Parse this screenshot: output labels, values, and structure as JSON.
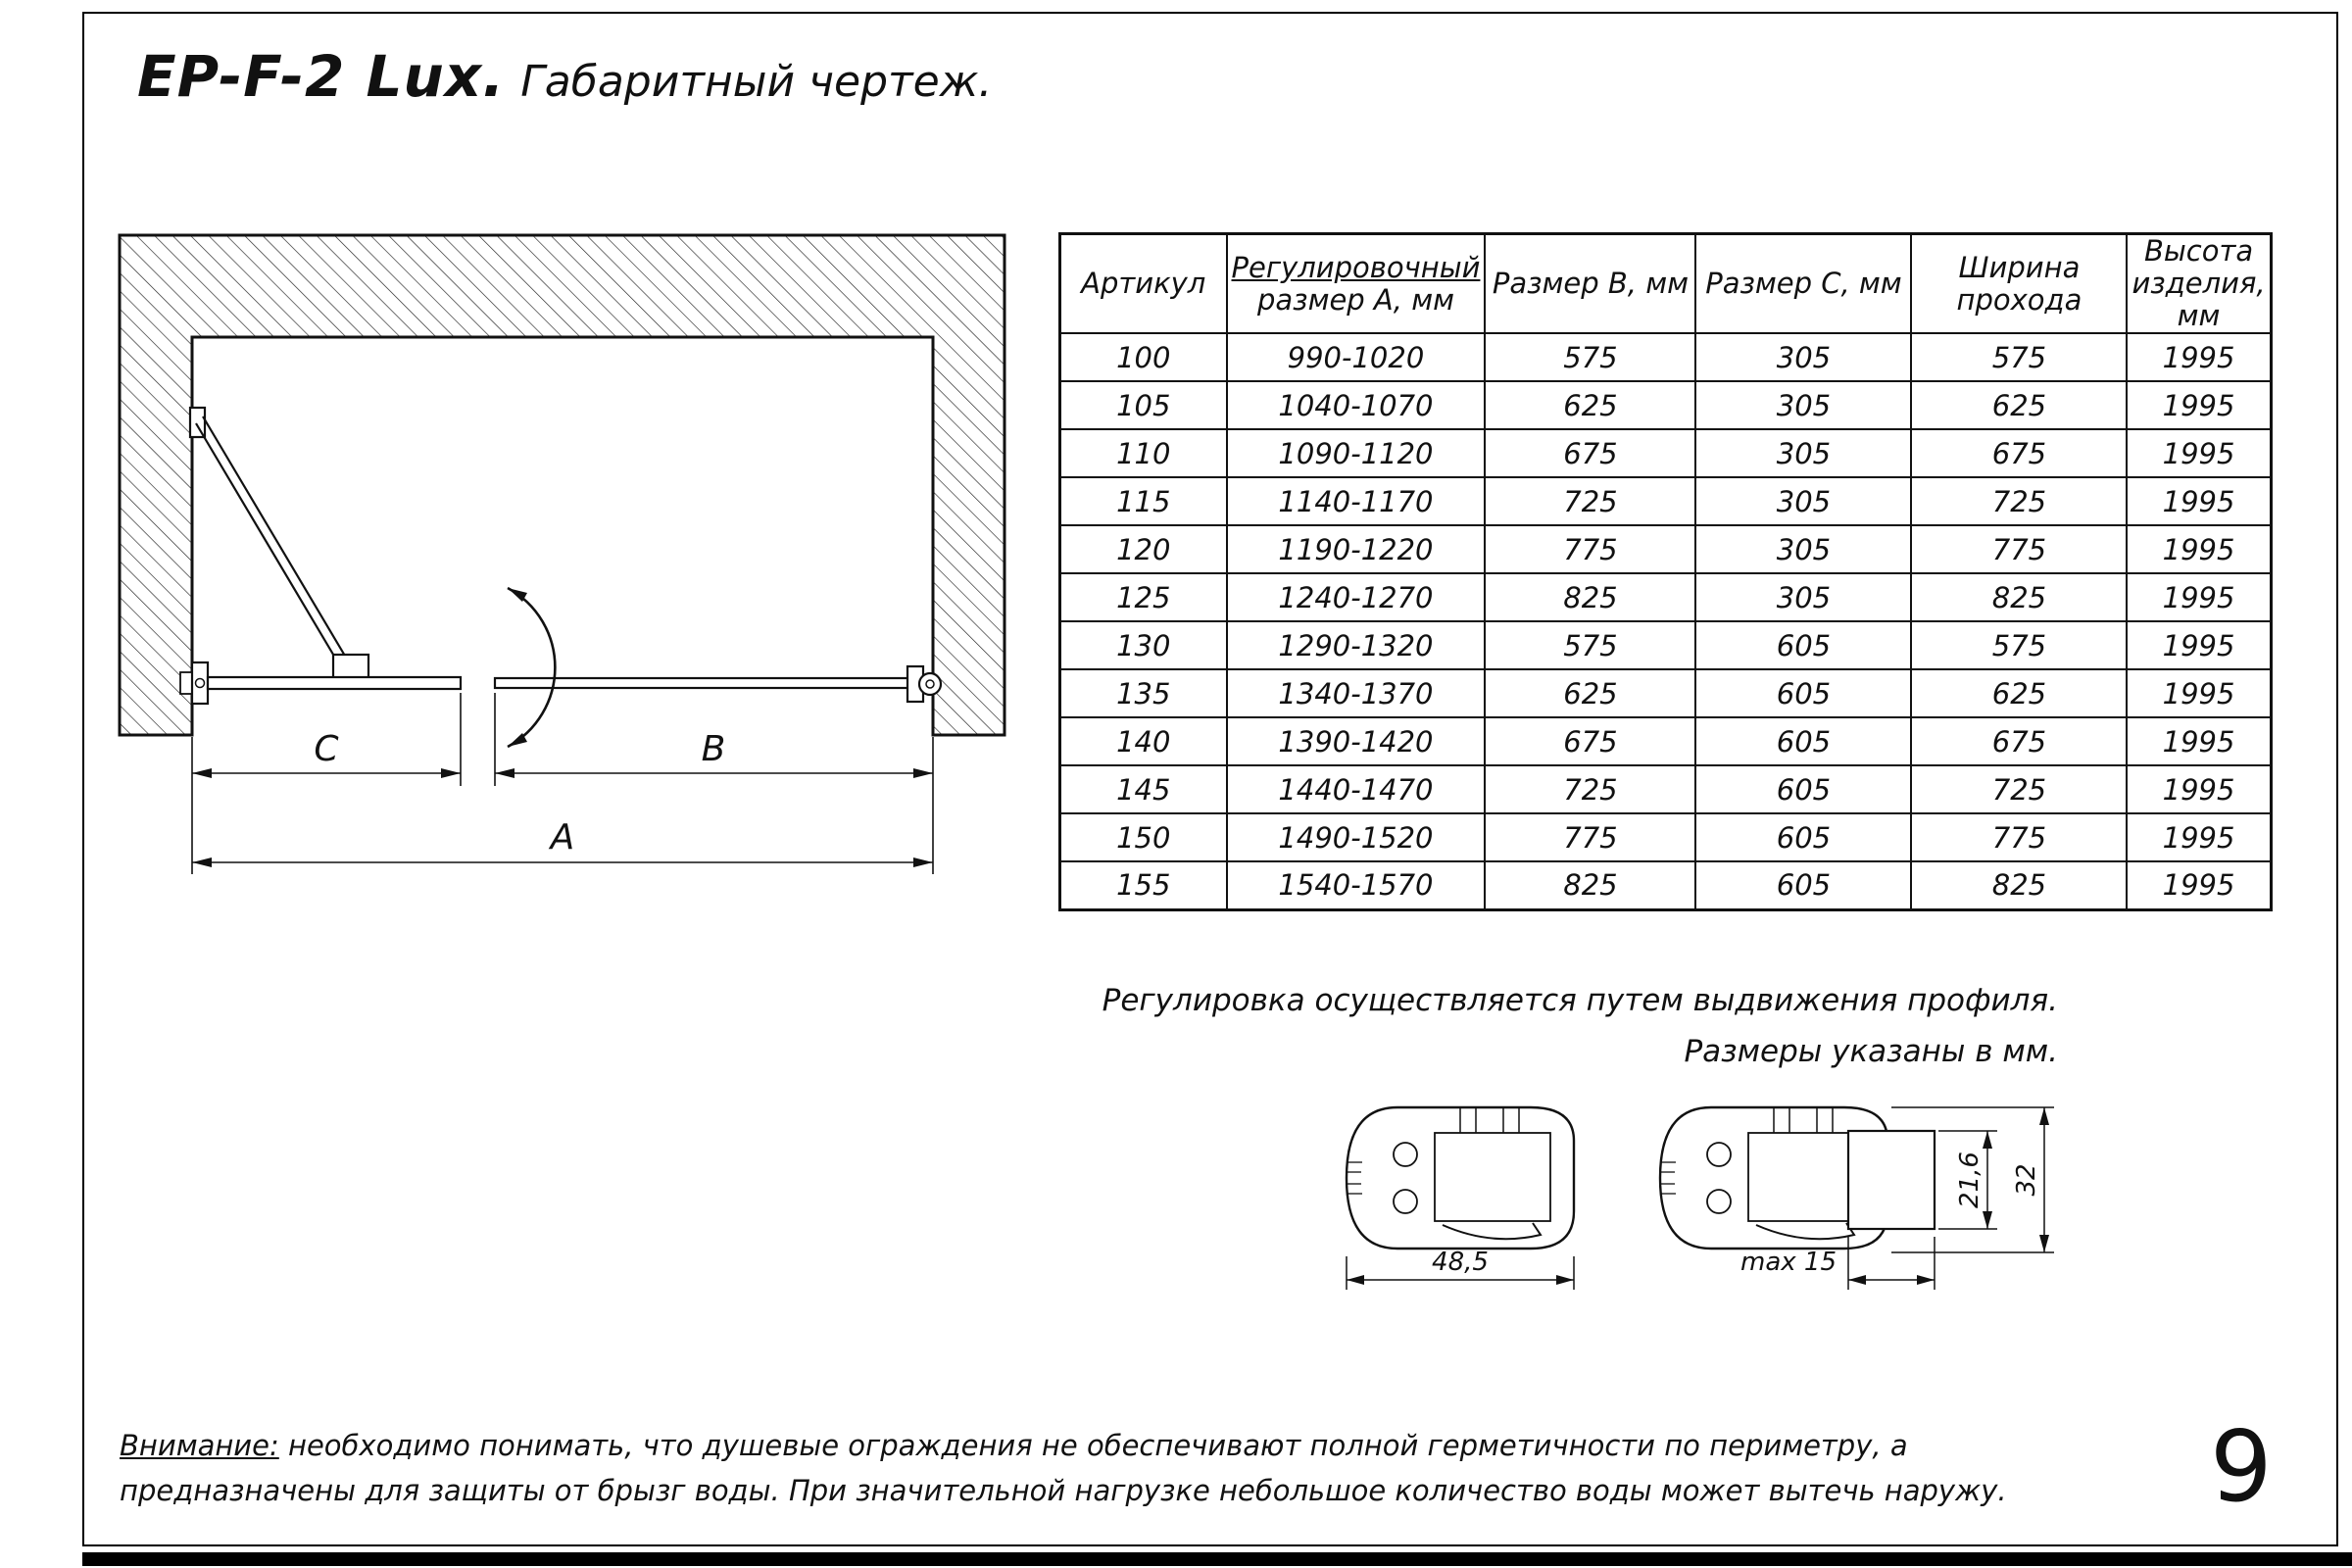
{
  "page": {
    "title": "EP-F-2 Lux.",
    "subtitle": "Габаритный чертеж.",
    "number": "9"
  },
  "drawing": {
    "dim_a": "A",
    "dim_b": "B",
    "dim_c": "C"
  },
  "spec_table": {
    "headers": [
      {
        "lines": [
          "Артикул"
        ]
      },
      {
        "lines": [
          "Регулировочный",
          "размер А, мм"
        ]
      },
      {
        "lines": [
          "Размер В, мм"
        ]
      },
      {
        "lines": [
          "Размер С, мм"
        ]
      },
      {
        "lines": [
          "Ширина",
          "прохода"
        ]
      },
      {
        "lines": [
          "Высота",
          "изделия,",
          "мм"
        ]
      }
    ],
    "rows": [
      [
        "100",
        "990-1020",
        "575",
        "305",
        "575",
        "1995"
      ],
      [
        "105",
        "1040-1070",
        "625",
        "305",
        "625",
        "1995"
      ],
      [
        "110",
        "1090-1120",
        "675",
        "305",
        "675",
        "1995"
      ],
      [
        "115",
        "1140-1170",
        "725",
        "305",
        "725",
        "1995"
      ],
      [
        "120",
        "1190-1220",
        "775",
        "305",
        "775",
        "1995"
      ],
      [
        "125",
        "1240-1270",
        "825",
        "305",
        "825",
        "1995"
      ],
      [
        "130",
        "1290-1320",
        "575",
        "605",
        "575",
        "1995"
      ],
      [
        "135",
        "1340-1370",
        "625",
        "605",
        "625",
        "1995"
      ],
      [
        "140",
        "1390-1420",
        "675",
        "605",
        "675",
        "1995"
      ],
      [
        "145",
        "1440-1470",
        "725",
        "605",
        "725",
        "1995"
      ],
      [
        "150",
        "1490-1520",
        "775",
        "605",
        "775",
        "1995"
      ],
      [
        "155",
        "1540-1570",
        "825",
        "605",
        "825",
        "1995"
      ]
    ]
  },
  "notes": {
    "line1": "Регулировка осуществляется путем выдвижения профиля.",
    "line2": "Размеры указаны в мм."
  },
  "profile_dims": {
    "width": "48,5",
    "max_extension": "max 15",
    "inner_height": "21,6",
    "outer_height": "32"
  },
  "warning": {
    "label": "Внимание:",
    "text": " необходимо понимать, что душевые ограждения не обеспечивают полной герметичности по периметру, а предназначены для защиты от брызг воды. При значительной нагрузке небольшое количество воды может вытечь наружу."
  }
}
